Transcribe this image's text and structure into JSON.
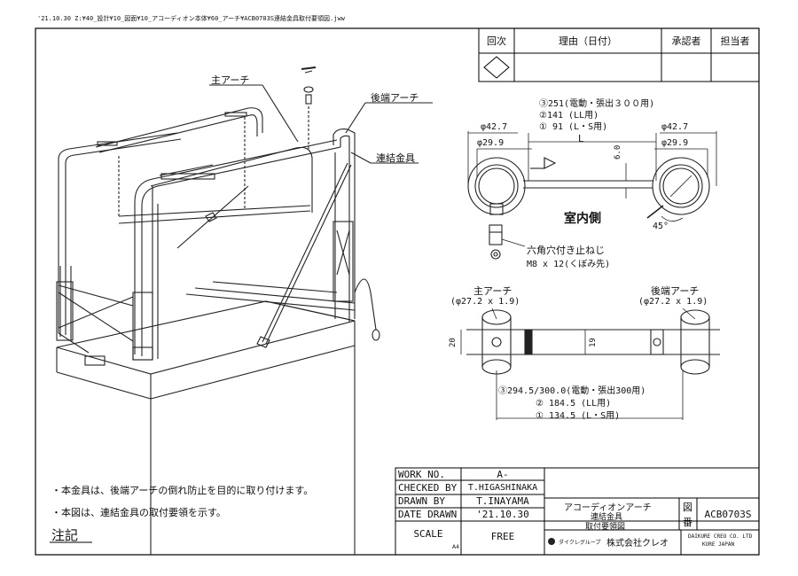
{
  "header": {
    "file_path": "'21.10.30 Z:¥40_設計¥10_図面¥10_アコーディオン本体¥60_アーチ¥ACB0703S連結金具取付要領図.jww"
  },
  "revision_table": {
    "col_rev": "回次",
    "col_reason": "理由（日付）",
    "col_approver": "承認者",
    "col_person": "担当者"
  },
  "callouts": {
    "main_arch": "主アーチ",
    "rear_arch": "後端アーチ",
    "connector": "連結金具"
  },
  "detail_top": {
    "len_3": "③251(電動・張出３００用)",
    "len_2": "②141 (LL用)",
    "len_1": "① 91 (L・S用)",
    "dia_outer_left": "φ42.7",
    "dia_inner_left": "φ29.9",
    "dia_outer_right": "φ42.7",
    "dia_inner_right": "φ29.9",
    "L": "L",
    "thickness": "6.0",
    "indoor": "室内側",
    "angle": "45°",
    "screw_name": "六角穴付き止ねじ",
    "screw_spec": "M8 x 12(くぼみ先)"
  },
  "detail_bottom": {
    "main_arch": "主アーチ",
    "main_arch_dia": "(φ27.2 x 1.9)",
    "rear_arch": "後端アーチ",
    "rear_arch_dia": "(φ27.2 x 1.9)",
    "dim_20": "20",
    "dim_19": "19",
    "len_3": "③294.5/300.0(電動・張出300用)",
    "len_2": "② 184.5 (LL用)",
    "len_1": "① 134.5 (L・S用)"
  },
  "notes": {
    "note1": "・本金具は、後端アーチの倒れ防止を目的に取り付けます。",
    "note2": "・本図は、連結金具の取付要領を示す。",
    "title": "注記"
  },
  "title_block": {
    "work_no_label": "WORK NO.",
    "work_no_value": "A-",
    "checked_by_label": "CHECKED BY",
    "checked_by_value": "T.HIGASHINAKA",
    "drawn_by_label": "DRAWN BY",
    "drawn_by_value": "T.INAYAMA",
    "date_drawn_label": "DATE DRAWN",
    "date_drawn_value": "'21.10.30",
    "scale_label": "SCALE",
    "scale_value": "FREE",
    "paper_size": "A4",
    "title_1": "アコーディオンアーチ",
    "title_2": "連結金具",
    "title_3": "取付要領図",
    "dwg_label_1": "図",
    "dwg_label_2": "番",
    "dwg_no": "ACB0703S",
    "group_name": "ダイクレグループ",
    "company_name": "株式会社クレオ",
    "company_en_1": "DAIKURE CREO CO. LTD",
    "company_en_2": "KURE JAPAN"
  }
}
